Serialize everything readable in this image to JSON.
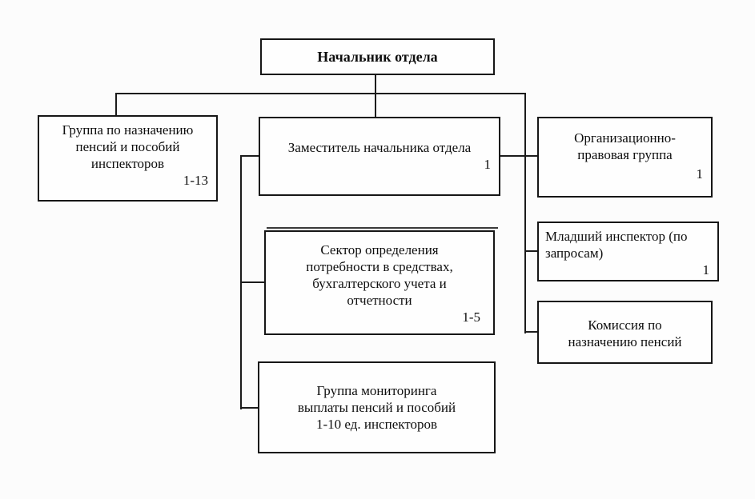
{
  "diagram": {
    "type": "org-chart",
    "language": "ru",
    "colors": {
      "background": "#fcfcfc",
      "box_fill": "#fefefe",
      "border": "#161616",
      "text": "#0e0e0e"
    },
    "nodes": {
      "head": {
        "label": "Начальник отдела"
      },
      "left_group": {
        "label": "Группа по назначению\nпенсий и пособий\nинспекторов",
        "count": "1-13"
      },
      "deputy": {
        "label": "Заместитель начальника отдела",
        "count": "1"
      },
      "org_legal": {
        "label": "Организационно-\nправовая группа",
        "count": "1"
      },
      "junior_inspector": {
        "label": "Младший инспектор (по\nзапросам)",
        "count": "1"
      },
      "commission": {
        "label": "Комиссия по\nназначению пенсий"
      },
      "sector": {
        "label": "Сектор определения\nпотребности в средствах,\nбухгалтерского учета и\nотчетности",
        "count": "1-5"
      },
      "monitoring": {
        "label": "Группа мониторинга\nвыплаты пенсий и пособий\n1-10 ед. инспекторов"
      }
    }
  }
}
